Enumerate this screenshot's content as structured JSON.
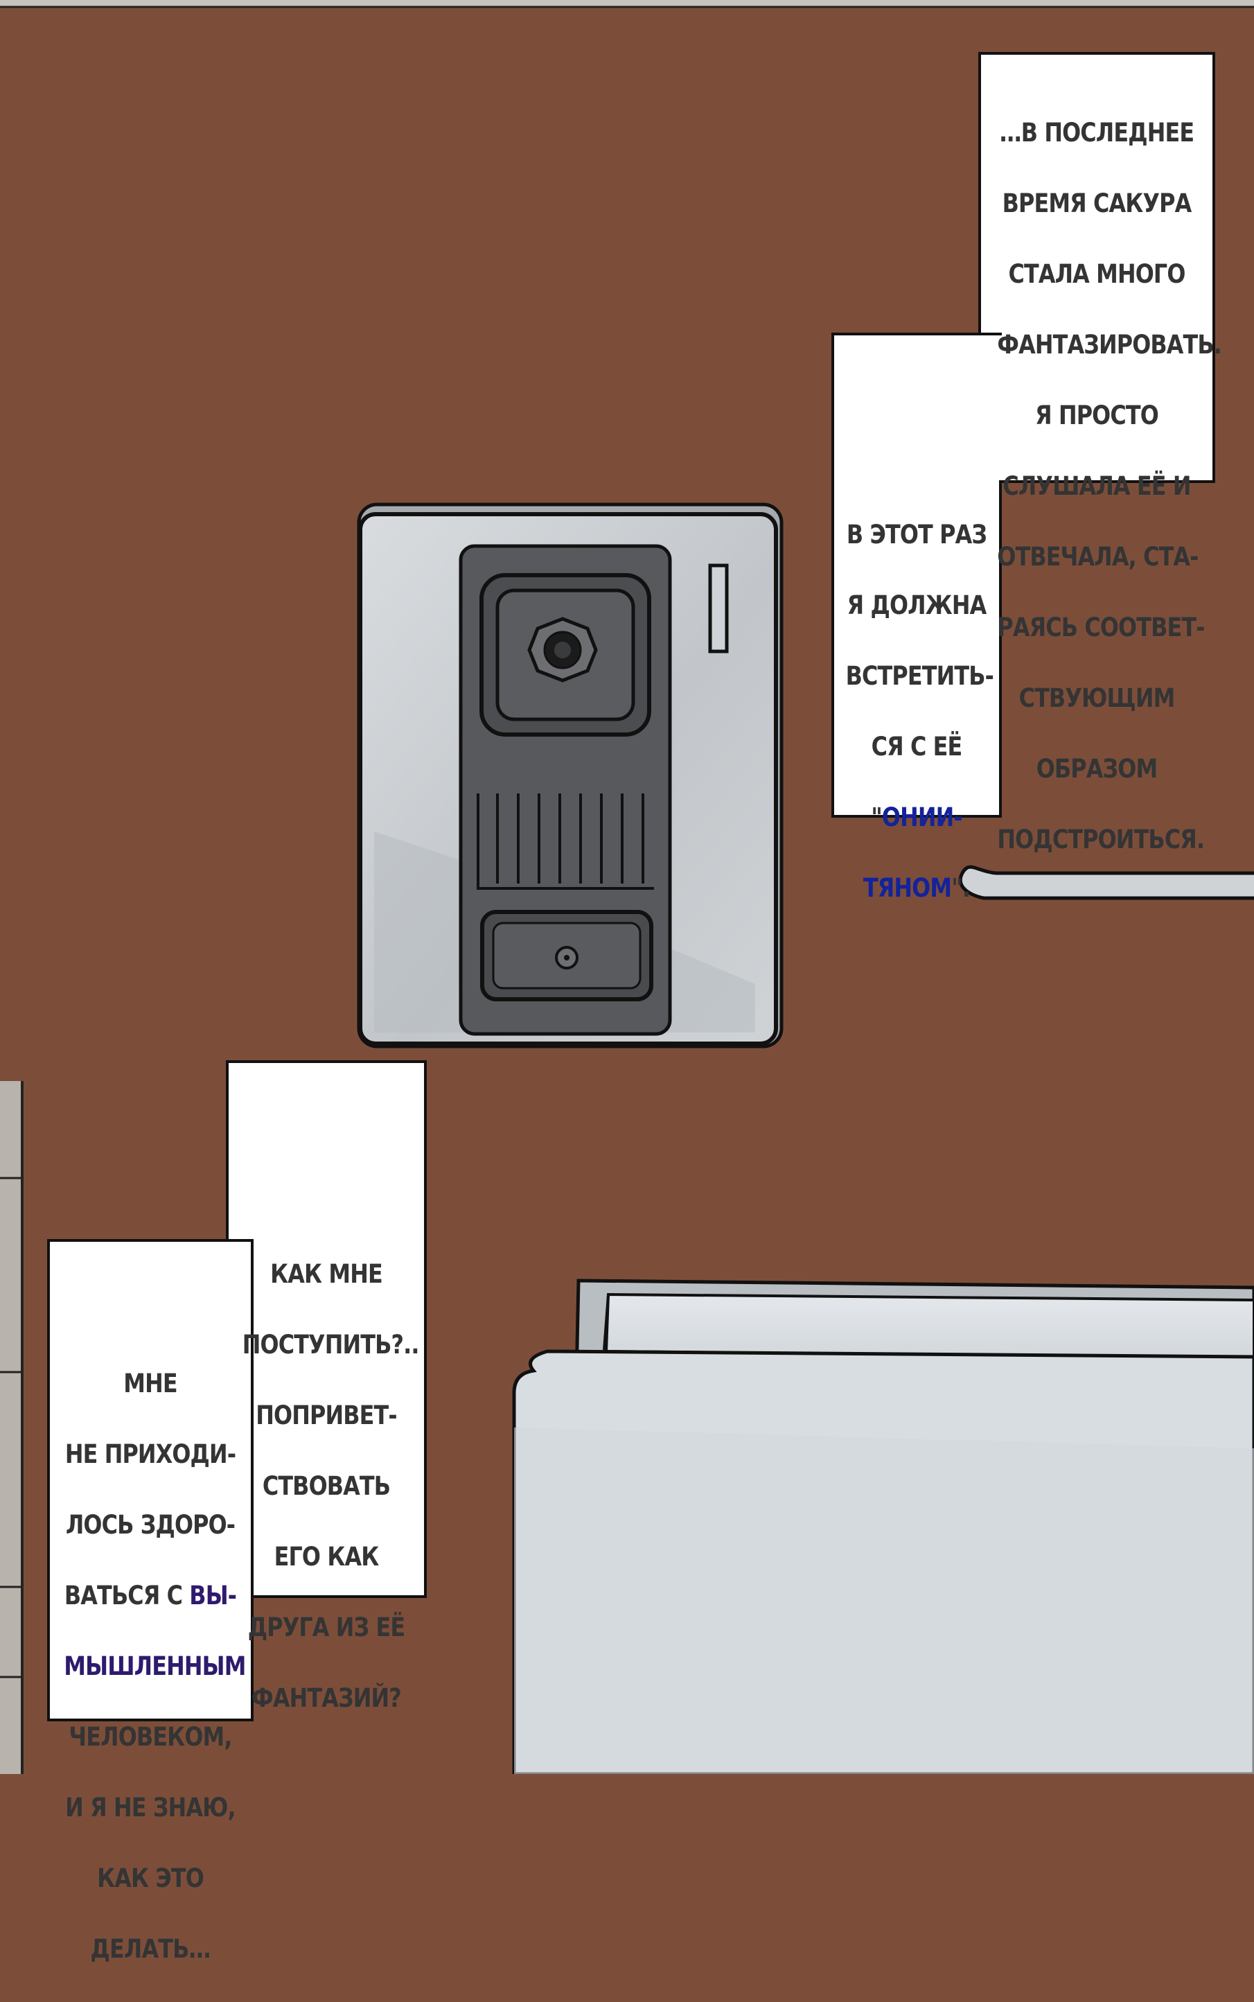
{
  "captions": {
    "caption_1": {
      "lines": [
        "…В ПОСЛЕДНЕЕ",
        "ВРЕМЯ САКУРА",
        "СТАЛА МНОГО",
        "ФАНТАЗИРОВАТЬ.",
        "Я ПРОСТО",
        "СЛУШАЛА ЕЁ И",
        "ОТВЕЧАЛА, СТА-",
        "РАЯСЬ СООТВЕТ-",
        "СТВУЮЩИМ",
        "ОБРАЗОМ",
        "ПОДСТРОИТЬСЯ."
      ]
    },
    "caption_2": {
      "line_1": "В ЭТОТ РАЗ",
      "line_2": "Я ДОЛЖНА",
      "line_3": "ВСТРЕТИТЬ-",
      "line_4": "СЯ С ЕЁ",
      "line_5_pre": "\"",
      "line_5_hl": "ОНИИ-",
      "line_6_hl": "ТЯНОМ",
      "line_6_post": "\"."
    },
    "caption_3": {
      "lines": [
        "КАК МНЕ",
        "ПОСТУПИТЬ?..",
        "ПОПРИВЕТ-",
        "СТВОВАТЬ",
        "ЕГО КАК",
        "ДРУГА ИЗ ЕЁ",
        "ФАНТАЗИЙ?"
      ]
    },
    "caption_4": {
      "line_1": "МНЕ",
      "line_2": "НЕ ПРИХОДИ-",
      "line_3": "ЛОСЬ ЗДОРО-",
      "line_4_pre": "ВАТЬСЯ С ",
      "line_4_hl": "ВЫ-",
      "line_5_hl": "МЫШЛЕННЫМ",
      "line_6": "ЧЕЛОВЕКОМ,",
      "line_7": "И Я НЕ ЗНАЮ,",
      "line_8": "КАК ЭТО",
      "line_9": "ДЕЛАТЬ…"
    }
  },
  "colors": {
    "wall": "#7c4e3a",
    "panel_frame": "#c4c8cc",
    "intercom_face": "#58595c",
    "caption_text": "#343434",
    "highlight_blue": "#14239a",
    "highlight_purple": "#2e1b6e"
  },
  "icons": {
    "intercom": "door-intercom-icon",
    "camera": "camera-lens-icon",
    "speaker": "speaker-grille-icon",
    "call_button": "call-button-icon"
  }
}
